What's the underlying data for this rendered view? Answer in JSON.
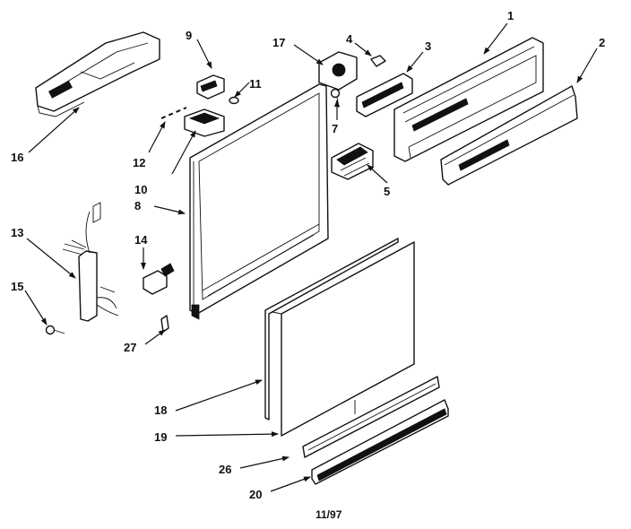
{
  "diagram": {
    "footer": "11/97",
    "labels": {
      "p1": "1",
      "p2": "2",
      "p3": "3",
      "p4": "4",
      "p5": "5",
      "p7": "7",
      "p8": "8",
      "p9": "9",
      "p10": "10",
      "p11": "11",
      "p12": "12",
      "p13": "13",
      "p14": "14",
      "p15": "15",
      "p16": "16",
      "p17": "17",
      "p18": "18",
      "p19": "19",
      "p20": "20",
      "p26": "26",
      "p27": "27"
    }
  }
}
